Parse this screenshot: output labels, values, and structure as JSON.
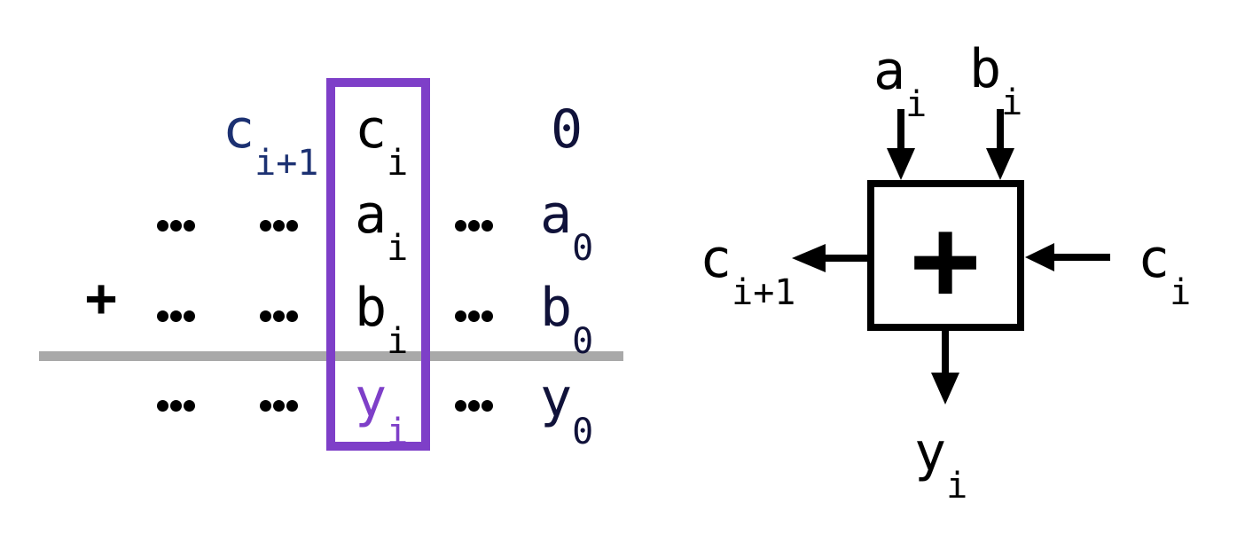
{
  "figure": {
    "left": {
      "plus_sign": "+",
      "carry_next": {
        "base": "c",
        "sub": "i+1"
      },
      "carry_current": {
        "base": "c",
        "sub": "i"
      },
      "carry_zero": {
        "base": "0",
        "sub": ""
      },
      "operand_a_col_i": {
        "base": "a",
        "sub": "i"
      },
      "operand_a_col_0": {
        "base": "a",
        "sub": "0"
      },
      "operand_b_col_i": {
        "base": "b",
        "sub": "i"
      },
      "operand_b_col_0": {
        "base": "b",
        "sub": "0"
      },
      "sum_col_i": {
        "base": "y",
        "sub": "i"
      },
      "sum_col_0": {
        "base": "y",
        "sub": "0"
      }
    },
    "right": {
      "adder_operator": "+",
      "input_a": {
        "base": "a",
        "sub": "i"
      },
      "input_b": {
        "base": "b",
        "sub": "i"
      },
      "carry_in": {
        "base": "c",
        "sub": "i"
      },
      "carry_out": {
        "base": "c",
        "sub": "i+1"
      },
      "sum_out": {
        "base": "y",
        "sub": "i"
      }
    }
  },
  "colors": {
    "highlight_purple": "#7e3fc8",
    "carry_blue": "#1c3172",
    "bit_navy": "#10123a",
    "rule_gray": "#a9a9a9",
    "ink_black": "#000000",
    "background": "#ffffff"
  }
}
